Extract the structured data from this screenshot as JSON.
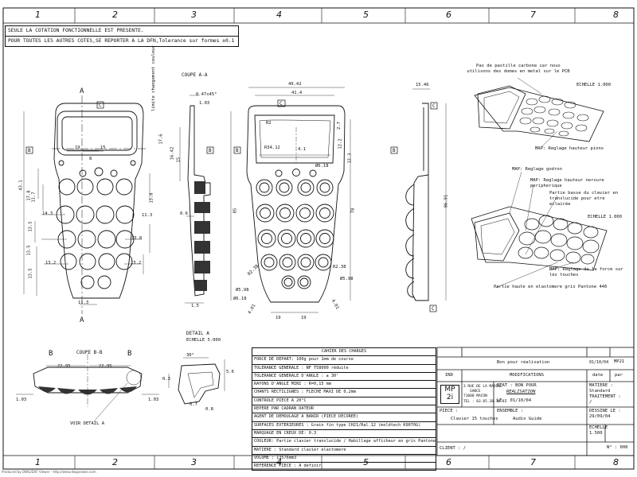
{
  "columns": [
    "1",
    "2",
    "3",
    "4",
    "5",
    "6",
    "7",
    "8"
  ],
  "notes": [
    "SEULE LA COTATION FONCTIONNELLE EST PRESENTE.",
    "POUR TOUTES LES AUTRES COTES,SE REPORTER A LA DFN,Tolerance sur formes ±0.1"
  ],
  "views": {
    "section_aa_title": "COUPE A-A",
    "section_bb_title": "COUPE B-B",
    "detail_title": "DETAIL A",
    "detail_scale": "ECHELLE 5.000",
    "detail_label": "VOIR DETAIL A",
    "iso_scale_top": "ECHELLE 1.000",
    "iso_scale_bottom": "ECHELLE 1.000",
    "color_change_label": "limite changement couleur",
    "chamfer": "0.47x45°"
  },
  "datum_labels": {
    "a": "A",
    "b": "B",
    "c": "C"
  },
  "dimensions": {
    "front": [
      "19",
      "15",
      "8",
      "43.1",
      "17.8",
      "11.7",
      "14.3",
      "13.5",
      "13.8",
      "11.3",
      "13.2",
      "13.5",
      "15.8",
      "11.3",
      "13.2",
      "13.5"
    ],
    "side": [
      "1.03",
      "17.6",
      "16.42",
      "15",
      "0.6",
      "1.5"
    ],
    "main": [
      "49.42",
      "41.4",
      "R2",
      "R34.12",
      "2.7",
      "4.1",
      "12.2",
      "Ø6.18",
      "12.3",
      "85",
      "78",
      "R2.38",
      "R2.38",
      "Ø5.98",
      "Ø6.18",
      "4.01",
      "4.01",
      "19",
      "19"
    ],
    "right": [
      "15.46",
      "86.91"
    ],
    "section_bb": [
      "22.95",
      "22.95",
      "1.03",
      "1.03"
    ],
    "detail": [
      "30°",
      "5.6",
      "0.3",
      "0.7",
      "0.8"
    ]
  },
  "annotations": {
    "carbon_pad": "Pas de pastille carbone car nous utilisons des domes en metal sur le PCB",
    "map_pions": "MAP: Reglage hauteur pions",
    "map_godron": "MAP: Reglage godron",
    "map_nervure": "MAP: Reglage hauteur nervure peripherique",
    "partie_basse": "Partie basse du clavier en translucide pour etre eclairée",
    "map_force": "MAP: Reglage de la force sur les touches",
    "partie_haute": "Partie haute en elastomere gris Pantone 446"
  },
  "cahier": {
    "title": "CAHIER DES CHARGES",
    "rows": [
      "FORCE DE DEPART: 100g pour 1mm de course",
      "TOLERANCE GENERALE : NF T58000 réduite",
      "TOLERANCE GENERALE D'ANGLE : ± 30'",
      "RAYONS D'ANGLE MINI : R=0,15 mm",
      "CHANTS RECTILIGNES : FLECHE MAXI DE 0,2mm",
      "CONTROLE PIECE A 20°C",
      "REPERE PAR CADRAN DATEUR",
      "AGENT DE DEMOULAGE A BANIR (PIECE DECOREE)",
      "SURFACES EXTERIEURES : Grain fin type CH21/Ral.12 (moldtech K9070G)",
      "MARQUAGE EN CREUX DE: 0.3",
      "COULEUR: Partie clavier translucide / Habillage afficheur en gris Pantone 446",
      "MATIERE : Standard clavier elastomere",
      "VOLUME : 13576mm3",
      "REFERENCE PIECE : A definir"
    ]
  },
  "title_block": {
    "status": "Bon pour réalisation",
    "status_date": "01/10/04",
    "status_index": "MP21",
    "ind_label": "IND",
    "modifications_label": "MODIFICATIONS",
    "date_label": "date",
    "par_label": "par",
    "logo": "MP 2i",
    "address_1": "3 RUE DE LA MADONE",
    "address_2": "SANCE",
    "address_3": "71000   MACON",
    "address_4": "TEL : 03.85.38.10.81",
    "etat_label": "ETAT : BON POUR",
    "etat_value": "REALISATION",
    "le_label": "LE : 01/10/04",
    "matiere_label": "MATIERE :",
    "matiere_value": "Standard",
    "traitement_label": "TRAITEMENT :",
    "traitement_value": "/",
    "dessine_label": "DESSINE LE :",
    "dessine_value": "29/09/04",
    "piece_label": "PIECE :",
    "piece_value": "Clavier 15 touches",
    "ensemble_label": "ENSEMBLE :",
    "ensemble_value": "Audio Guide",
    "echelle_label": "ECHELLE",
    "echelle_value": "1.500",
    "client_label": "CLIENT : /",
    "numero_label": "N° : 000"
  },
  "footer": "Produced by DWG/DXF Viewer - http://www.dwgviewer.com"
}
